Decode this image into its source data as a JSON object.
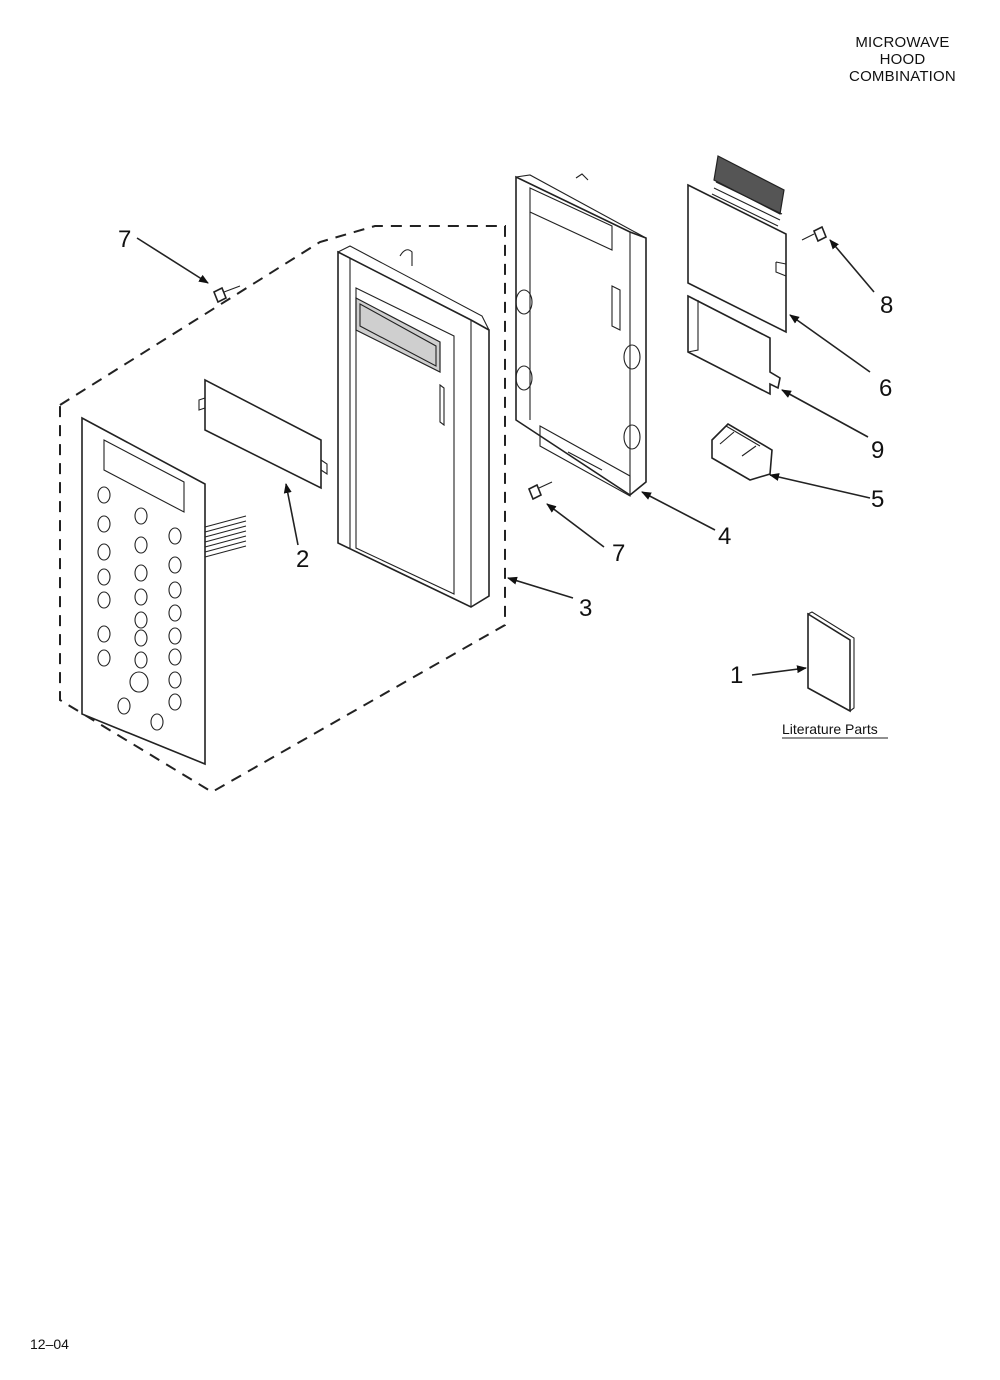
{
  "header": {
    "title_lines": [
      "MICROWAVE",
      "HOOD",
      "COMBINATION"
    ]
  },
  "callouts": {
    "c1": "1",
    "c2": "2",
    "c3": "3",
    "c4": "4",
    "c5": "5",
    "c6": "6",
    "c7a": "7",
    "c7b": "7",
    "c8": "8",
    "c9": "9"
  },
  "literature_label": "Literature Parts",
  "footer": {
    "date_code": "12–04"
  }
}
